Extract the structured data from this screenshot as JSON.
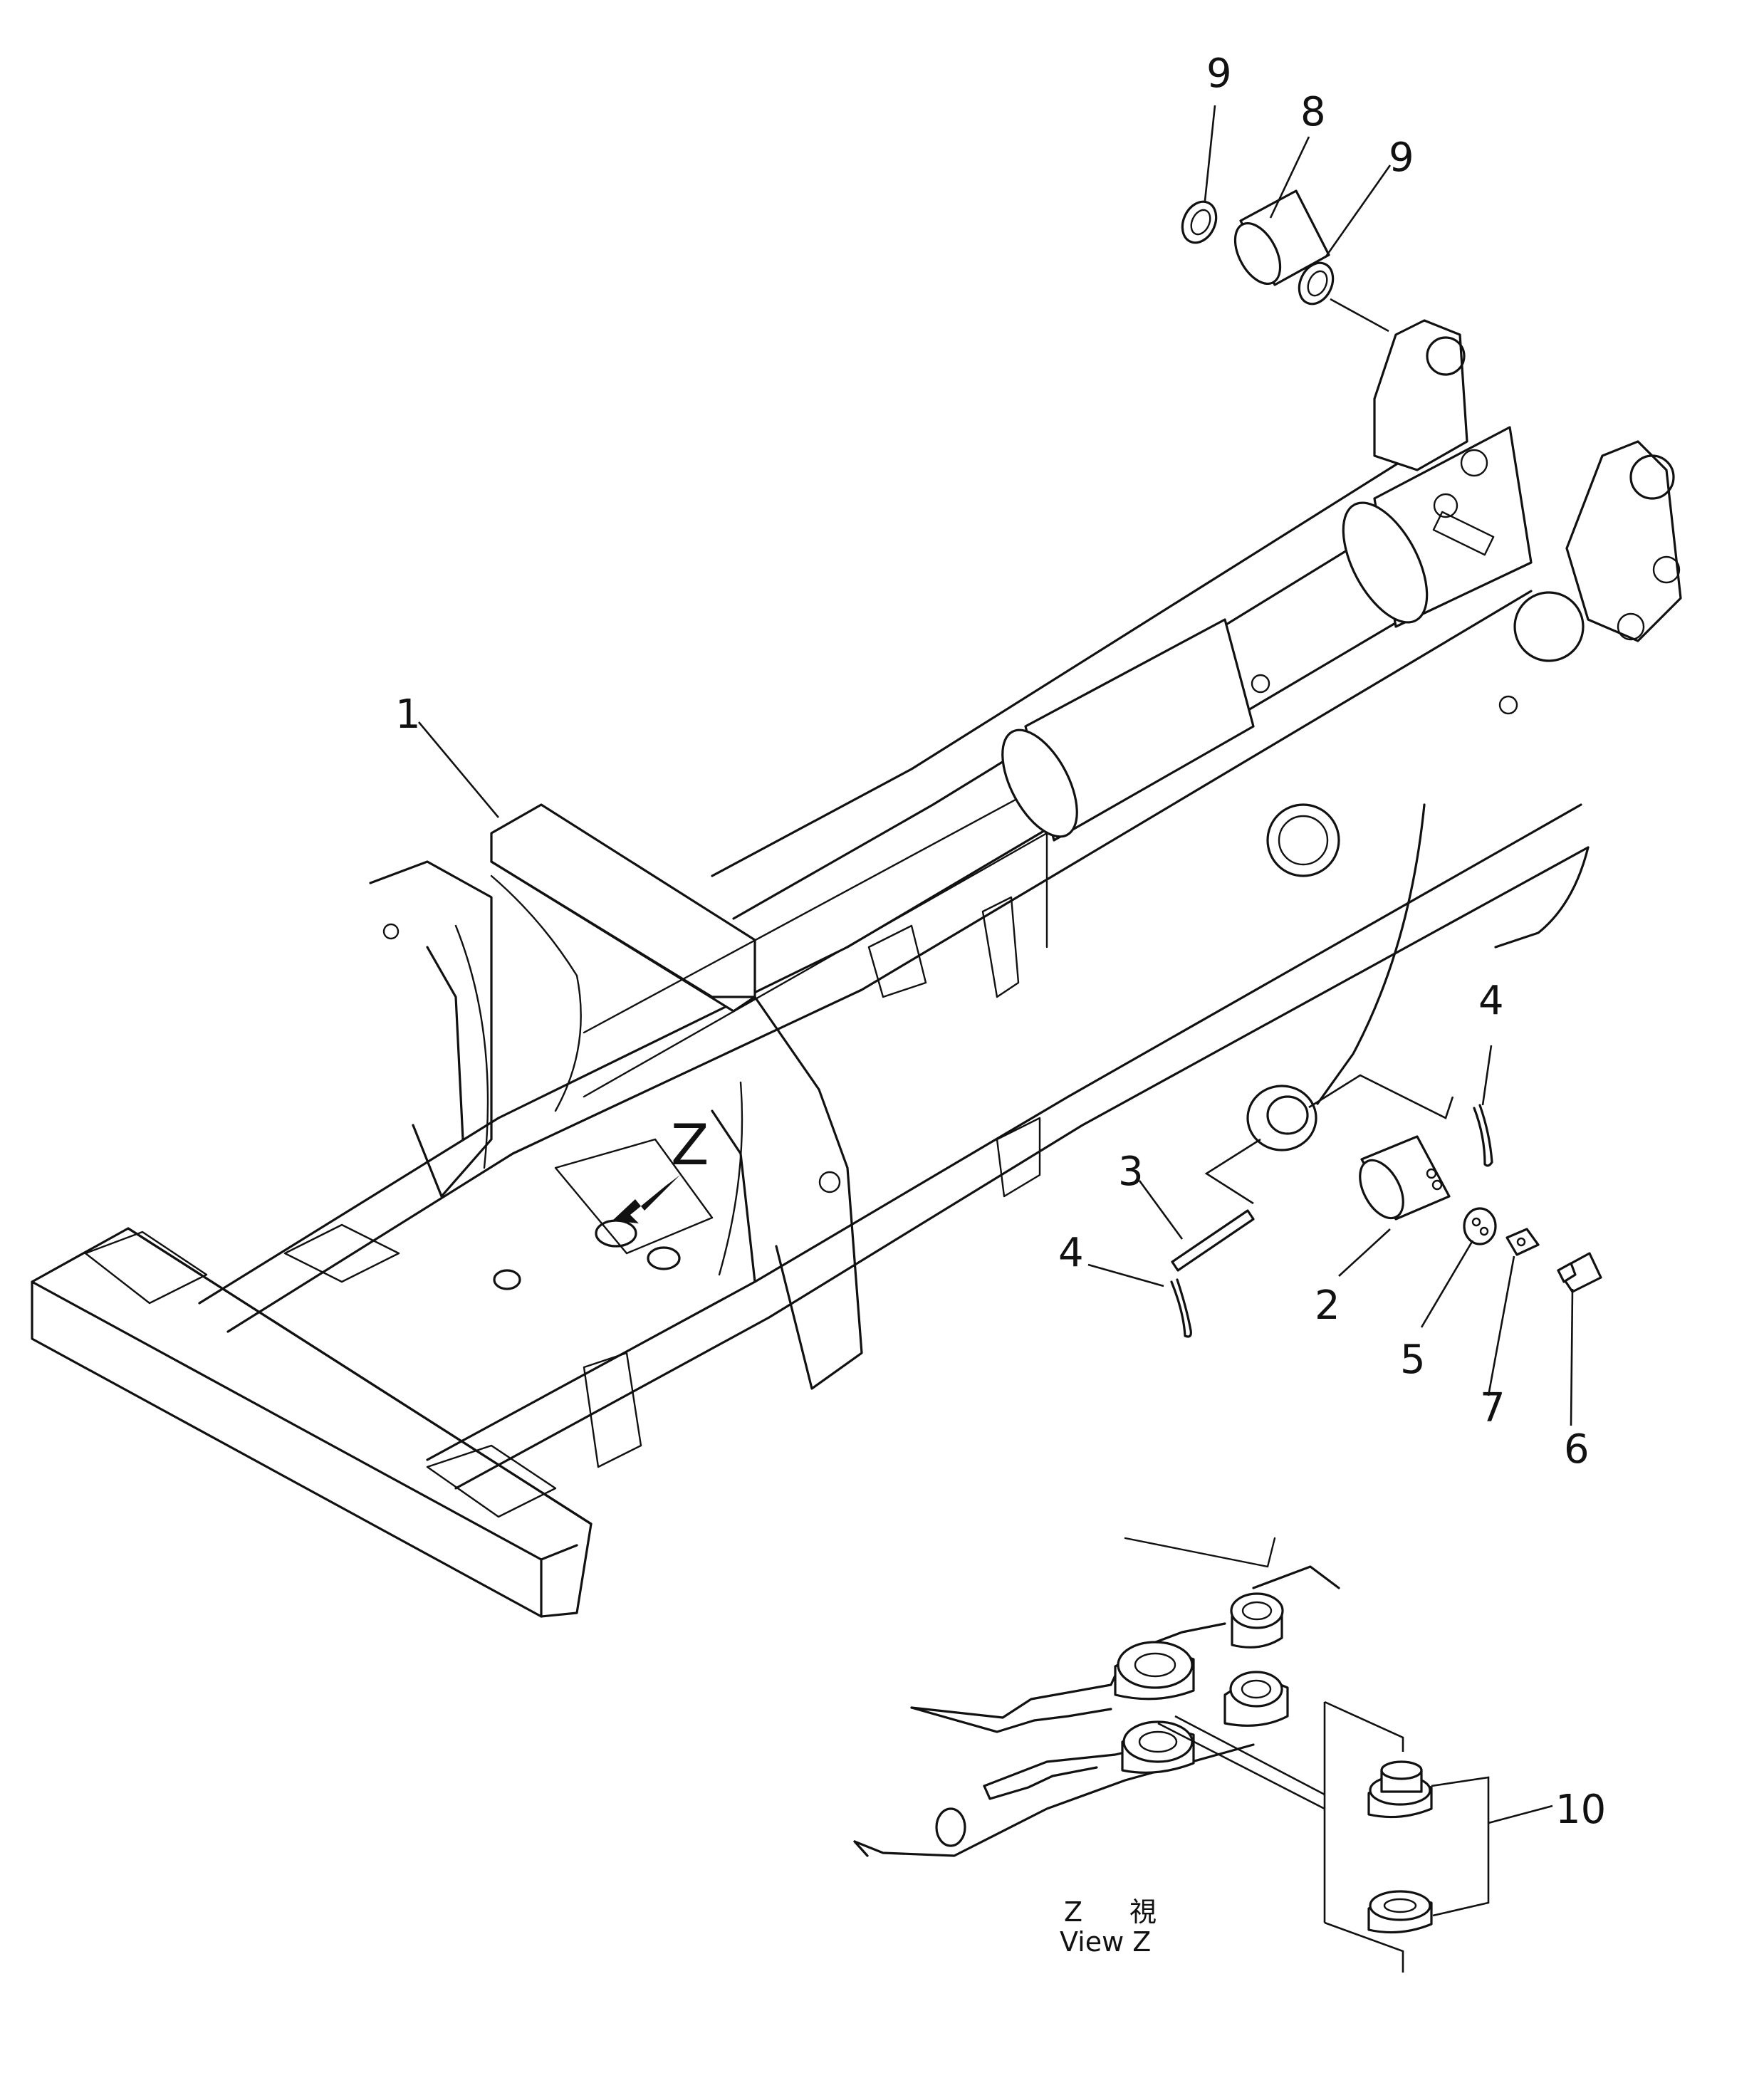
{
  "callouts": {
    "c1": "1",
    "c2": "2",
    "c3": "3",
    "c4a": "4",
    "c4b": "4",
    "c5": "5",
    "c6": "6",
    "c7": "7",
    "c8": "8",
    "c9a": "9",
    "c9b": "9",
    "c10": "10"
  },
  "view_marker": "Z",
  "view_caption": {
    "line1_letter": "Z",
    "line1_kanji": "視",
    "line2": "View Z"
  }
}
